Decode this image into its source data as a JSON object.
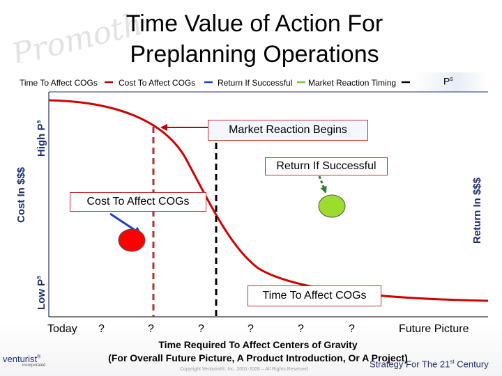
{
  "watermark": {
    "text": "Promotheus"
  },
  "title": {
    "line1": "Time Value of Action For",
    "line2": "Preplanning Operations"
  },
  "legend": {
    "items": [
      {
        "label": "Time To Affect COGs",
        "color": "#c00000"
      },
      {
        "label": "Cost To Affect COGs",
        "color": "#1f3fbf"
      },
      {
        "label": "Return If Successful",
        "color": "#7cc243"
      },
      {
        "label": "Market Reaction Timing",
        "color": "#000000"
      }
    ],
    "ps_base": "P",
    "ps_sup": "s"
  },
  "axes": {
    "left_label": "Cost In $$$",
    "high_base": "High P",
    "high_sup": "s",
    "low_base": "Low P",
    "low_sup": "s",
    "right_label": "Return In $$$"
  },
  "callouts": {
    "market_reaction": "Market Reaction Begins",
    "return_if_successful": "Return If Successful",
    "cost_to_affect": "Cost To Affect COGs",
    "time_to_affect": "Time To Affect COGs"
  },
  "x_axis": {
    "today": "Today",
    "q1": "?",
    "q2": "?",
    "q3": "?",
    "q4": "?",
    "q5": "?",
    "q6": "?",
    "future": "Future Picture",
    "note_line1": "Time Required To Affect Centers of Gravity",
    "note_line2": "(For Overall Future Picture, A Product Introduction, Or A Project)"
  },
  "footer": {
    "logo": "venturist",
    "logo_mark": "®",
    "logo_sub": "incorporated",
    "copyright": "Copyright Venturist®, Inc. 2001-2006 – All Rights Reserved",
    "tagline_pre": "Strategy For The 21",
    "tagline_sup": "st",
    "tagline_post": " Century"
  }
}
